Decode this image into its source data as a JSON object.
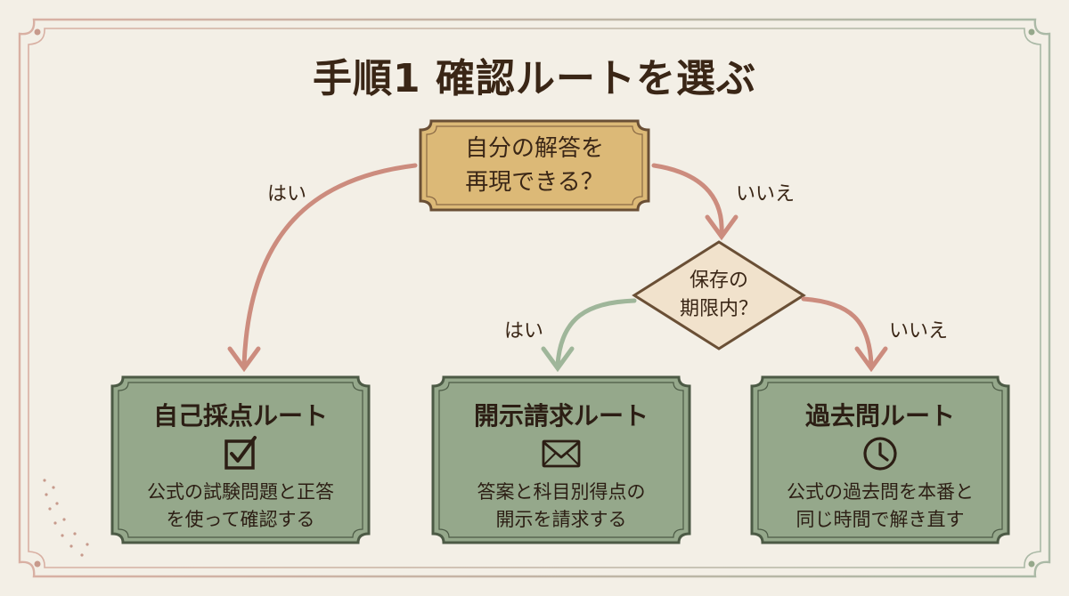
{
  "title": "手順1 確認ルートを選ぶ",
  "start_question": {
    "text": "自分の解答を\n再現できる？"
  },
  "second_question": {
    "text": "保存の\n期限内？"
  },
  "edges": {
    "start_yes": "はい",
    "start_no": "いいえ",
    "second_yes": "はい",
    "second_no": "いいえ"
  },
  "routes": [
    {
      "title": "自己採点ルート",
      "icon": "checkbox-icon",
      "description": "公式の試験問題と正答\nを使って確認する"
    },
    {
      "title": "開示請求ルート",
      "icon": "envelope-icon",
      "description": "答案と科目別得点の\n開示を請求する"
    },
    {
      "title": "過去問ルート",
      "icon": "clock-icon",
      "description": "公式の過去問を本番と\n同じ時間で解き直す"
    }
  ],
  "colors": {
    "background": "#f3efe6",
    "route_fill": "#95a88b",
    "route_border": "#4c5a45",
    "start_fill": "#dcb977",
    "diamond_fill": "#f1e2cc",
    "arrow_red": "#cc8c7e",
    "arrow_green": "#9fb69a",
    "frame_pink": "#d9b0a3",
    "frame_green": "#aab9a6"
  }
}
